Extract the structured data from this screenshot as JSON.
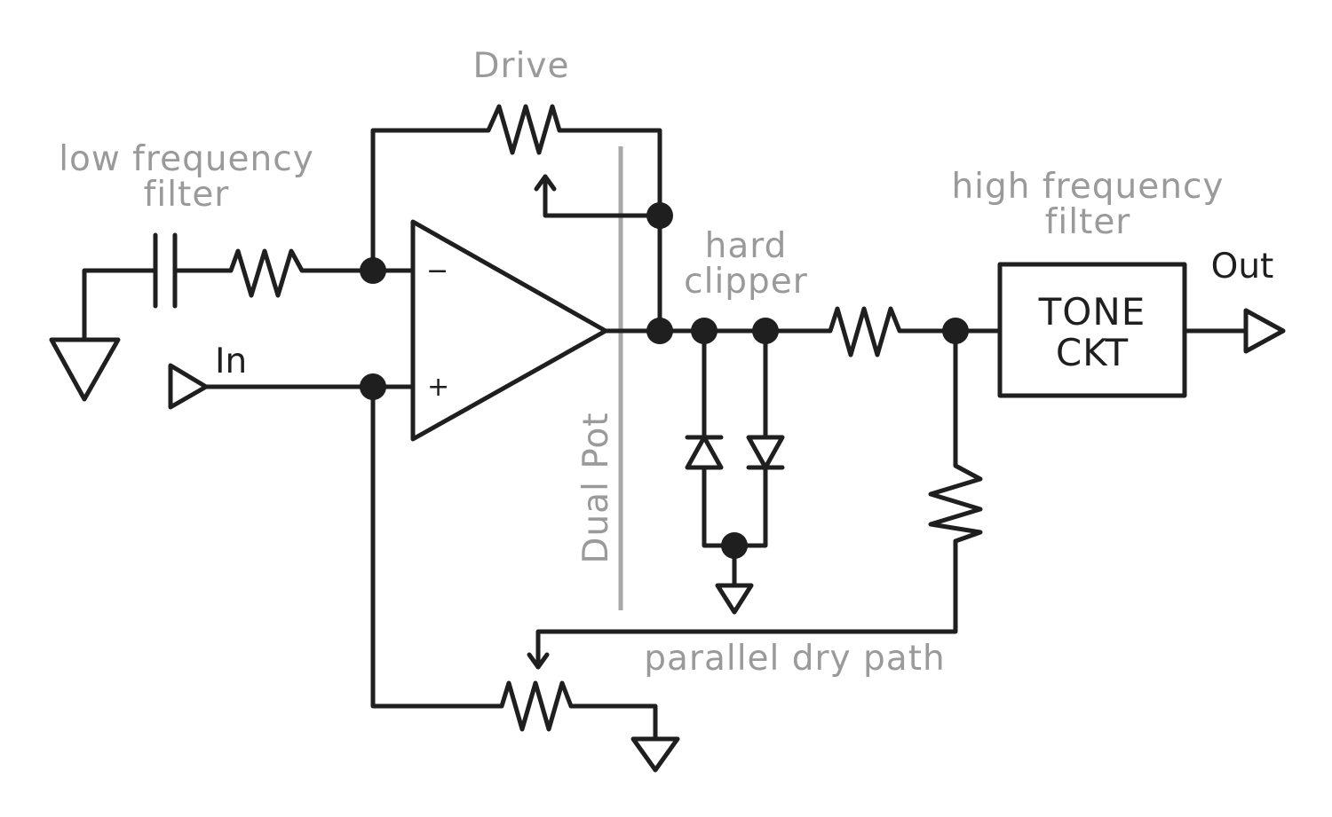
{
  "labels": {
    "drive": "Drive",
    "low_filter_line1": "low frequency",
    "low_filter_line2": "filter",
    "high_filter_line1": "high frequency",
    "high_filter_line2": "filter",
    "hard_clipper_line1": "hard",
    "hard_clipper_line2": "clipper",
    "input": "In",
    "output": "Out",
    "dual_pot": "Dual Pot",
    "parallel_dry_path": "parallel dry path",
    "tone_line1": "TONE",
    "tone_line2": "CKT",
    "opamp_minus": "−",
    "opamp_plus": "+"
  },
  "colors": {
    "line": "#1f1f1f",
    "annotation": "#9a9a9a"
  }
}
